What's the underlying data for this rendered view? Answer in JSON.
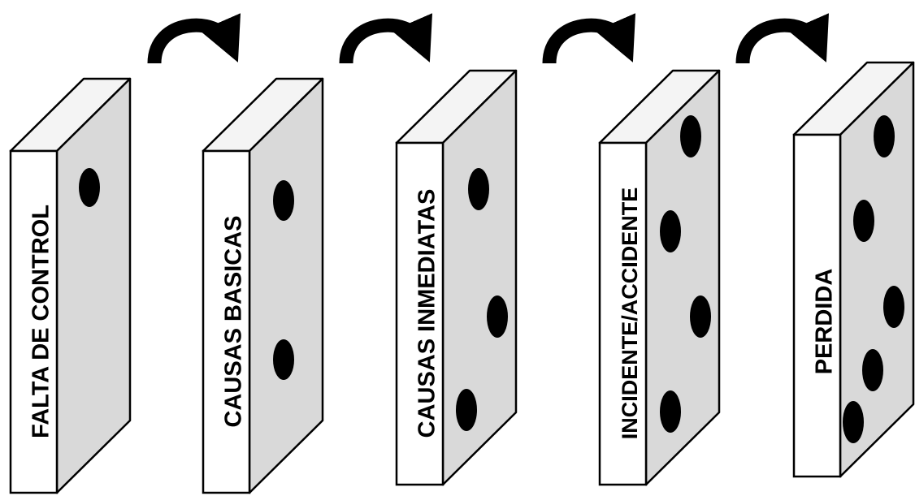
{
  "dominoes": [
    {
      "label": "FALTA DE CONTROL",
      "dots": 1
    },
    {
      "label": "CAUSAS BASICAS",
      "dots": 2
    },
    {
      "label": "CAUSAS INMEDIATAS",
      "dots": 3
    },
    {
      "label": "INCIDENTE/ACCIDENTE",
      "dots": 4
    },
    {
      "label": "PERDIDA",
      "dots": 5
    }
  ],
  "colors": {
    "front_face": "#ffffff",
    "side_face": "#d9d9d9",
    "top_face": "#f4f4f4",
    "outline": "#000000",
    "dot": "#000000",
    "arrow": "#000000"
  }
}
